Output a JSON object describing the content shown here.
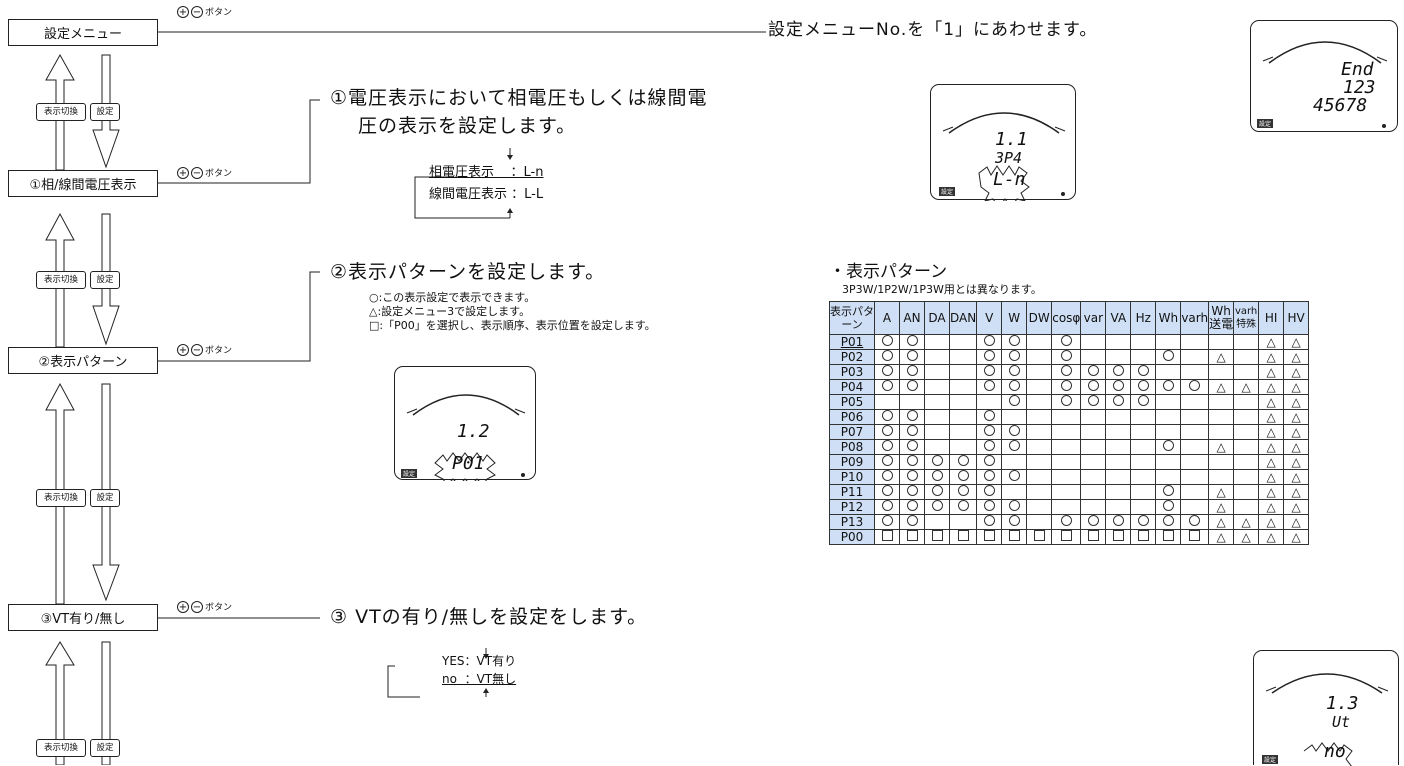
{
  "menus": {
    "m0": "設定メニュー",
    "m1": "①相/線間電圧表示",
    "m2": "②表示パターン",
    "m3": "③VT有り/無し"
  },
  "button_suffix": "ボタン",
  "plus_glyph": "+",
  "minus_glyph": "−",
  "pair_labels": {
    "left": "表示切換",
    "right": "設定"
  },
  "step0_text": "設定メニューNo.を「1」にあわせます。",
  "step1": {
    "text": "①電圧表示において相電圧もしくは線間電圧の表示を設定します。",
    "line1": "①電圧表示において相電圧もしくは線間電",
    "line2": "圧の表示を設定します。",
    "options": [
      {
        "name": "相電圧表示",
        "code": "L-n"
      },
      {
        "name": "線間電圧表示",
        "code": "L-L"
      }
    ]
  },
  "step2": {
    "text": "②表示パターンを設定します。",
    "notes": [
      "○:この表示設定で表示できます。",
      "△:設定メニュー3で設定します。",
      "□:「P00」を選択し、表示順序、表示位置を設定します。"
    ]
  },
  "step3": {
    "text": "③ VTの有り/無しを設定をします。",
    "options": [
      {
        "name": "YES",
        "desc": "VT有り"
      },
      {
        "name": "no",
        "desc": "VT無し"
      }
    ]
  },
  "lcd": {
    "end": {
      "l1": "End",
      "l2": "123",
      "l3": "45678",
      "badge": "設定"
    },
    "s1": {
      "l1": "1.1",
      "l2": "3P4",
      "l3": "L-n",
      "badge": "設定"
    },
    "s2": {
      "l1": "1.2",
      "l3": "P01",
      "badge": "設定"
    },
    "s3": {
      "l1": "1.3",
      "l2": "Ut",
      "l3": "no",
      "badge": "設定"
    }
  },
  "pattern_section": {
    "title": "・表示パターン",
    "subtitle": "3P3W/1P2W/1P3W用とは異なります。"
  },
  "pattern_table": {
    "corner": "表示パターン",
    "headers": [
      "A",
      "AN",
      "DA",
      "DAN",
      "V",
      "W",
      "DW",
      "cosφ",
      "var",
      "VA",
      "Hz",
      "Wh",
      "varh",
      "Wh送電",
      "varh特殊",
      "HI",
      "HV"
    ],
    "rows": [
      {
        "name": "P01",
        "cells": [
          "o",
          "o",
          "",
          "",
          "o",
          "o",
          "",
          "o",
          "",
          "",
          "",
          "",
          "",
          "",
          "",
          "t",
          "t"
        ]
      },
      {
        "name": "P02",
        "cells": [
          "o",
          "o",
          "",
          "",
          "o",
          "o",
          "",
          "o",
          "",
          "",
          "",
          "o",
          "",
          "t",
          "",
          "t",
          "t"
        ]
      },
      {
        "name": "P03",
        "cells": [
          "o",
          "o",
          "",
          "",
          "o",
          "o",
          "",
          "o",
          "o",
          "o",
          "o",
          "",
          "",
          "",
          "",
          "t",
          "t"
        ]
      },
      {
        "name": "P04",
        "cells": [
          "o",
          "o",
          "",
          "",
          "o",
          "o",
          "",
          "o",
          "o",
          "o",
          "o",
          "o",
          "o",
          "t",
          "t",
          "t",
          "t"
        ]
      },
      {
        "name": "P05",
        "cells": [
          "",
          "",
          "",
          "",
          "",
          "o",
          "",
          "o",
          "o",
          "o",
          "o",
          "",
          "",
          "",
          "",
          "t",
          "t"
        ]
      },
      {
        "name": "P06",
        "cells": [
          "o",
          "o",
          "",
          "",
          "o",
          "",
          "",
          "",
          "",
          "",
          "",
          "",
          "",
          "",
          "",
          "t",
          "t"
        ]
      },
      {
        "name": "P07",
        "cells": [
          "o",
          "o",
          "",
          "",
          "o",
          "o",
          "",
          "",
          "",
          "",
          "",
          "",
          "",
          "",
          "",
          "t",
          "t"
        ]
      },
      {
        "name": "P08",
        "cells": [
          "o",
          "o",
          "",
          "",
          "o",
          "o",
          "",
          "",
          "",
          "",
          "",
          "o",
          "",
          "t",
          "",
          "t",
          "t"
        ]
      },
      {
        "name": "P09",
        "cells": [
          "o",
          "o",
          "o",
          "o",
          "o",
          "",
          "",
          "",
          "",
          "",
          "",
          "",
          "",
          "",
          "",
          "t",
          "t"
        ]
      },
      {
        "name": "P10",
        "cells": [
          "o",
          "o",
          "o",
          "o",
          "o",
          "o",
          "",
          "",
          "",
          "",
          "",
          "",
          "",
          "",
          "",
          "t",
          "t"
        ]
      },
      {
        "name": "P11",
        "cells": [
          "o",
          "o",
          "o",
          "o",
          "o",
          "",
          "",
          "",
          "",
          "",
          "",
          "o",
          "",
          "t",
          "",
          "t",
          "t"
        ]
      },
      {
        "name": "P12",
        "cells": [
          "o",
          "o",
          "o",
          "o",
          "o",
          "o",
          "",
          "",
          "",
          "",
          "",
          "o",
          "",
          "t",
          "",
          "t",
          "t"
        ]
      },
      {
        "name": "P13",
        "cells": [
          "o",
          "o",
          "",
          "",
          "o",
          "o",
          "",
          "o",
          "o",
          "o",
          "o",
          "o",
          "o",
          "t",
          "t",
          "t",
          "t"
        ]
      },
      {
        "name": "P00",
        "cells": [
          "s",
          "s",
          "s",
          "s",
          "s",
          "s",
          "s",
          "s",
          "s",
          "s",
          "s",
          "s",
          "s",
          "t",
          "t",
          "t",
          "t"
        ]
      }
    ]
  }
}
